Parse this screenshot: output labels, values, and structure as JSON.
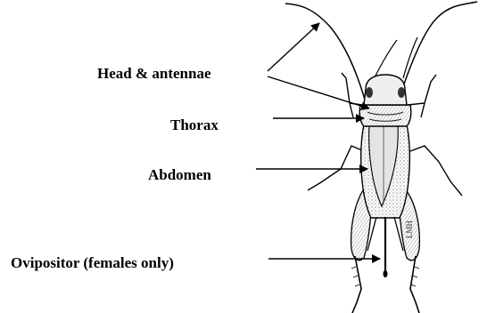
{
  "labels": {
    "head": "Head & antennae",
    "thorax": "Thorax",
    "abdomen": "Abdomen",
    "ovipositor": "Ovipositor (females only)"
  },
  "signature": "LMH",
  "colors": {
    "ink": "#000000",
    "background": "#ffffff",
    "shade": "#d8d8d8"
  }
}
